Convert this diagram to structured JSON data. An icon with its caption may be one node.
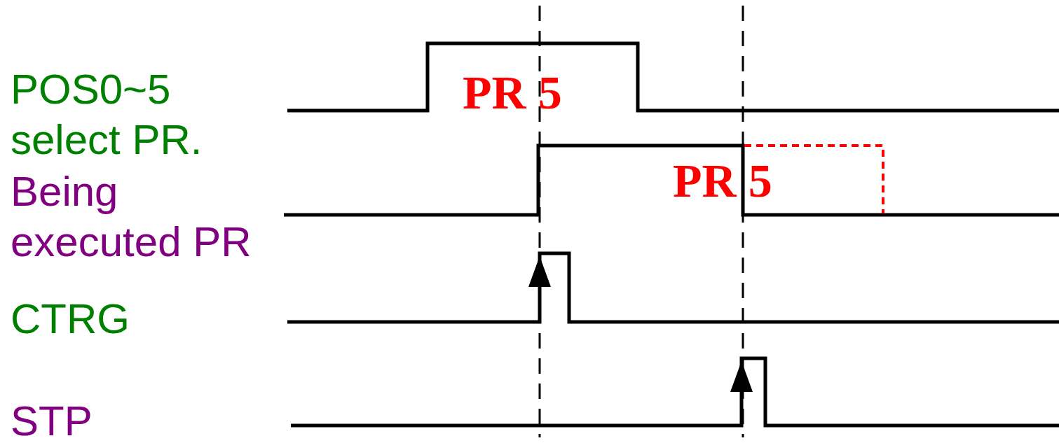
{
  "diagram": {
    "labels": [
      "POS0~5 select PR.",
      "PR 5",
      "Being executed PR",
      "PR 5",
      "CTRG",
      "STP"
    ]
  }
}
